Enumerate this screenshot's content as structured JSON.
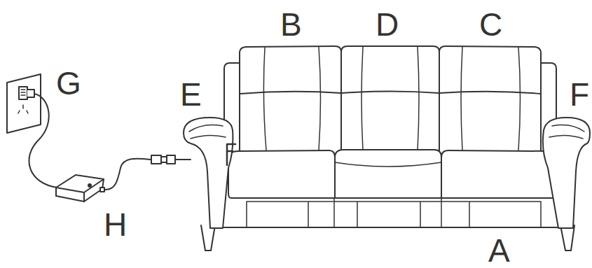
{
  "diagram": {
    "labels": [
      "B",
      "D",
      "C",
      "G",
      "E",
      "F",
      "H",
      "A"
    ]
  }
}
